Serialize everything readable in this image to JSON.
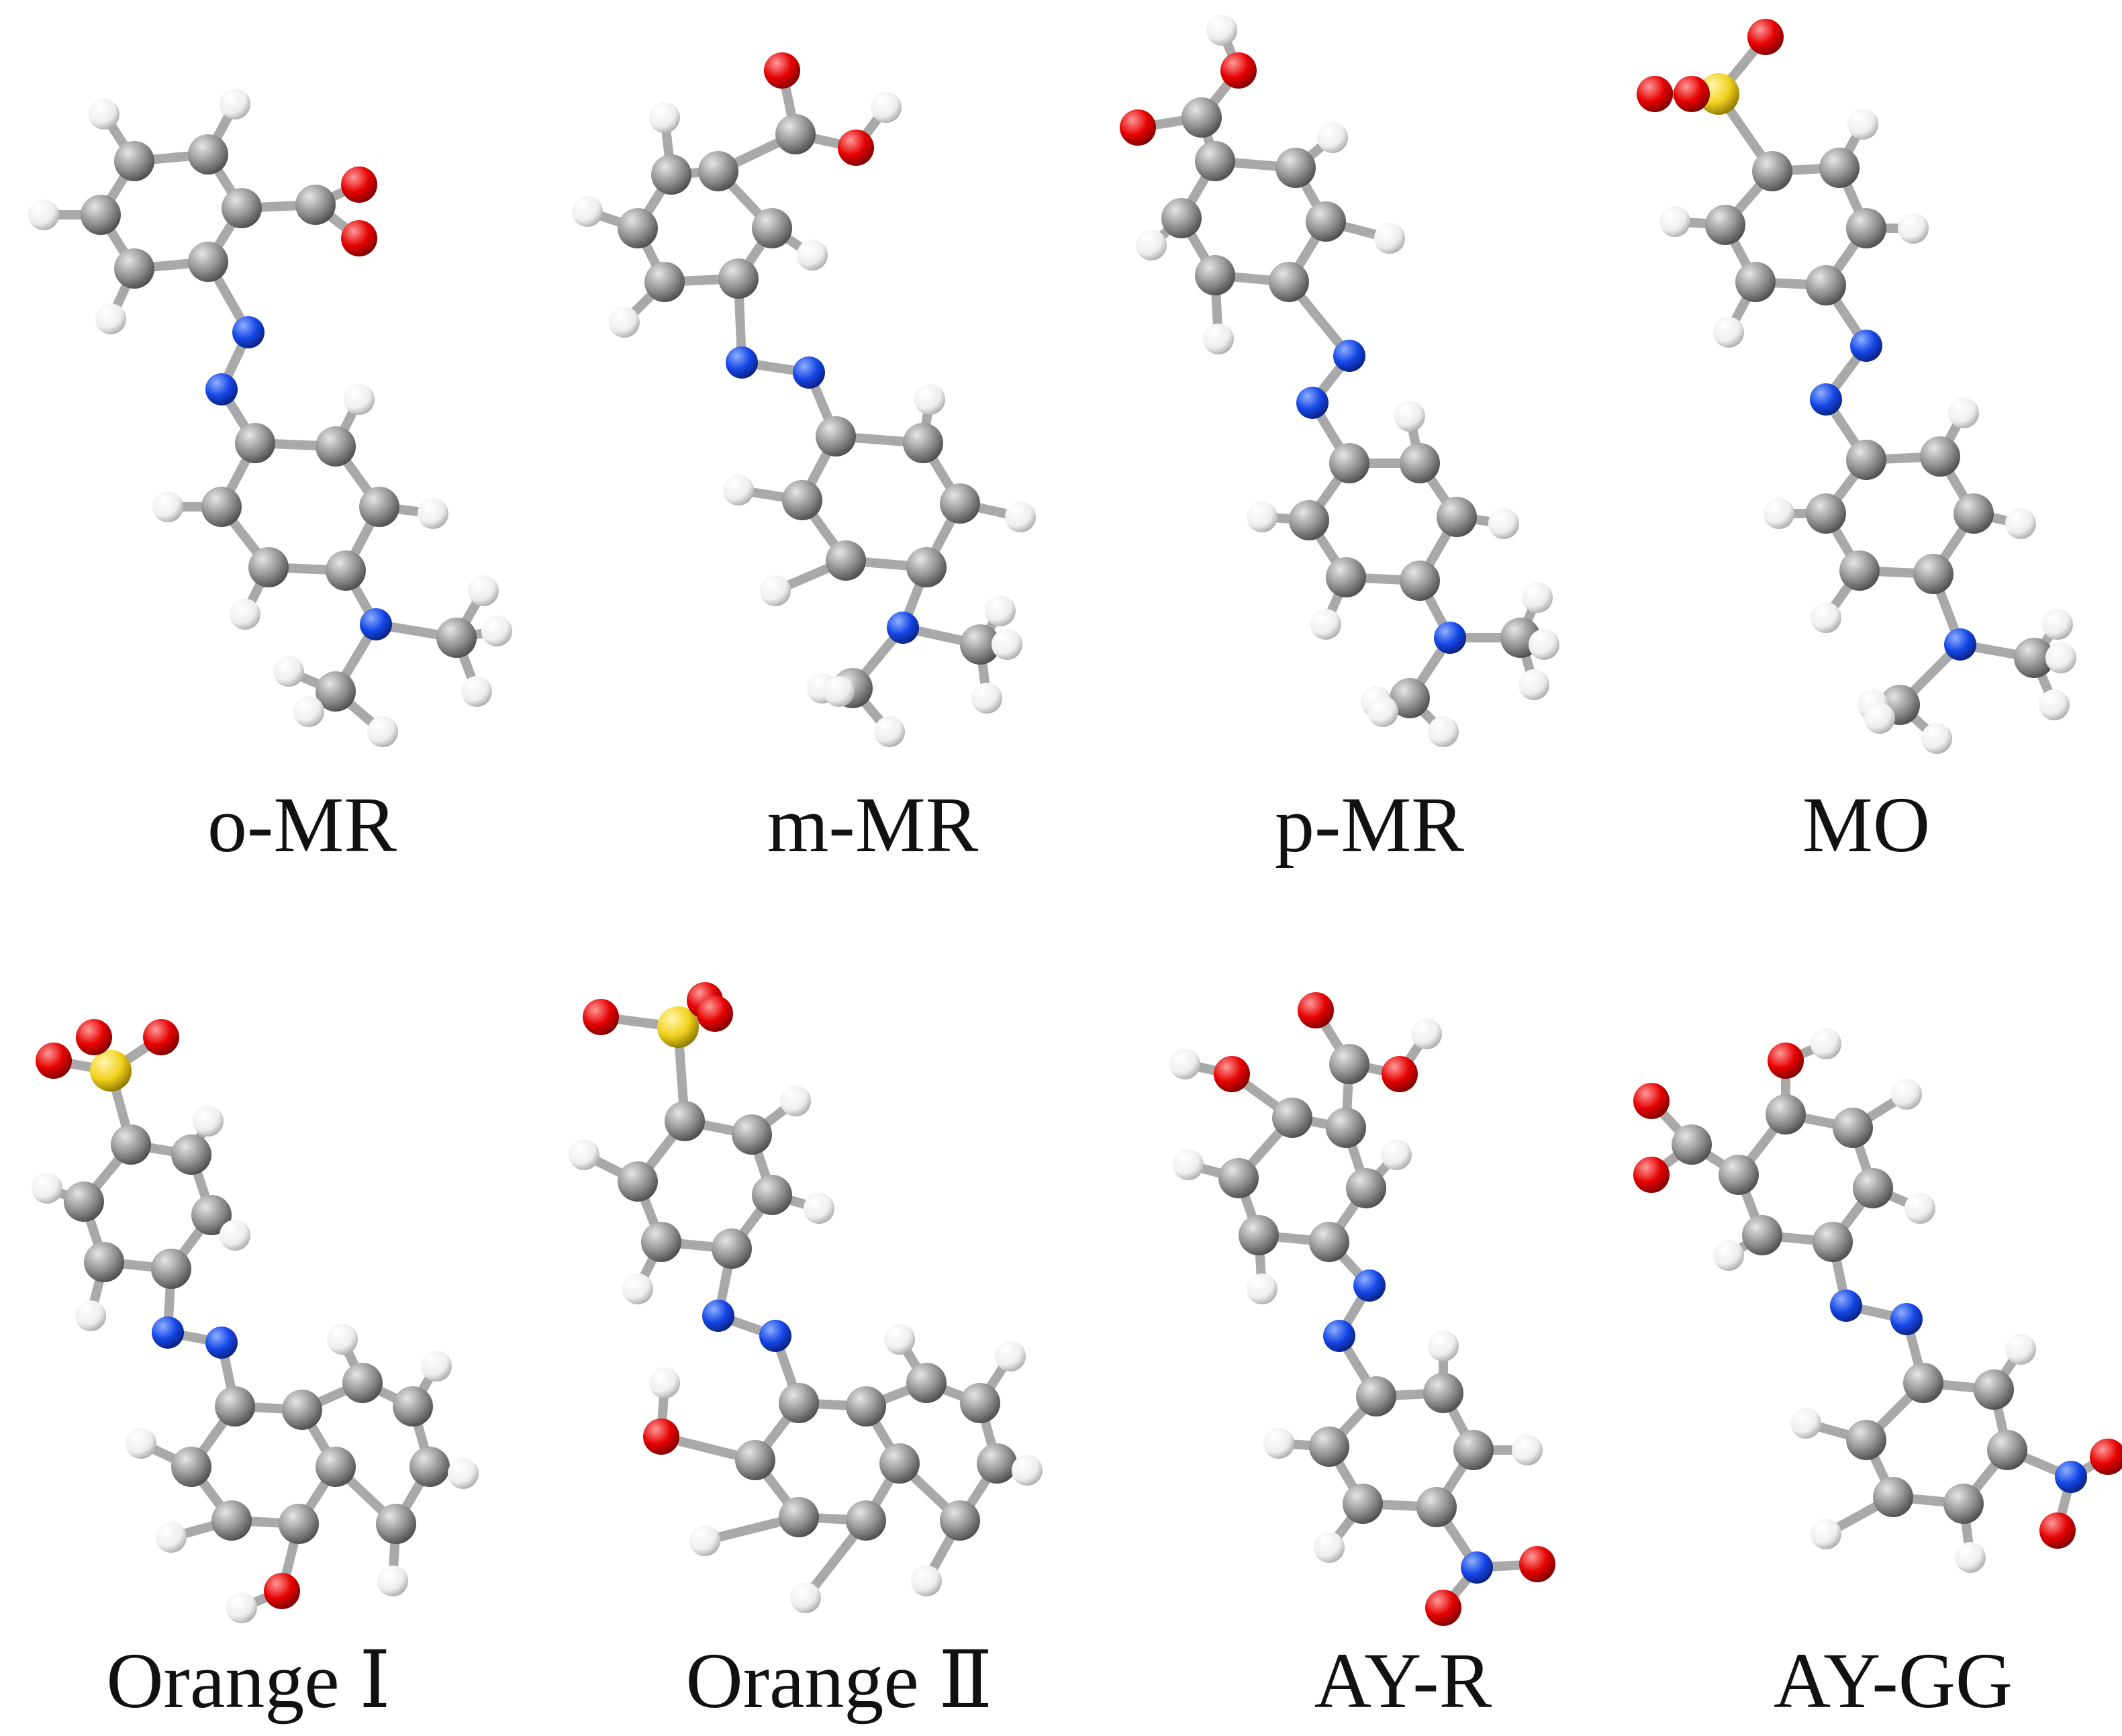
{
  "colors": {
    "carbon": "#8c8c8c",
    "hydrogen": "#f2f2f2",
    "nitrogen": "#1446e6",
    "oxygen": "#e60000",
    "sulfur": "#f2d21e",
    "background": "#ffffff"
  },
  "molecules": [
    {
      "label": "o-MR"
    },
    {
      "label": "m-MR"
    },
    {
      "label": "p-MR"
    },
    {
      "label": "MO"
    },
    {
      "label": "Orange Ⅰ"
    },
    {
      "label": "Orange Ⅱ"
    },
    {
      "label": "AY-R"
    },
    {
      "label": "AY-GG"
    }
  ]
}
